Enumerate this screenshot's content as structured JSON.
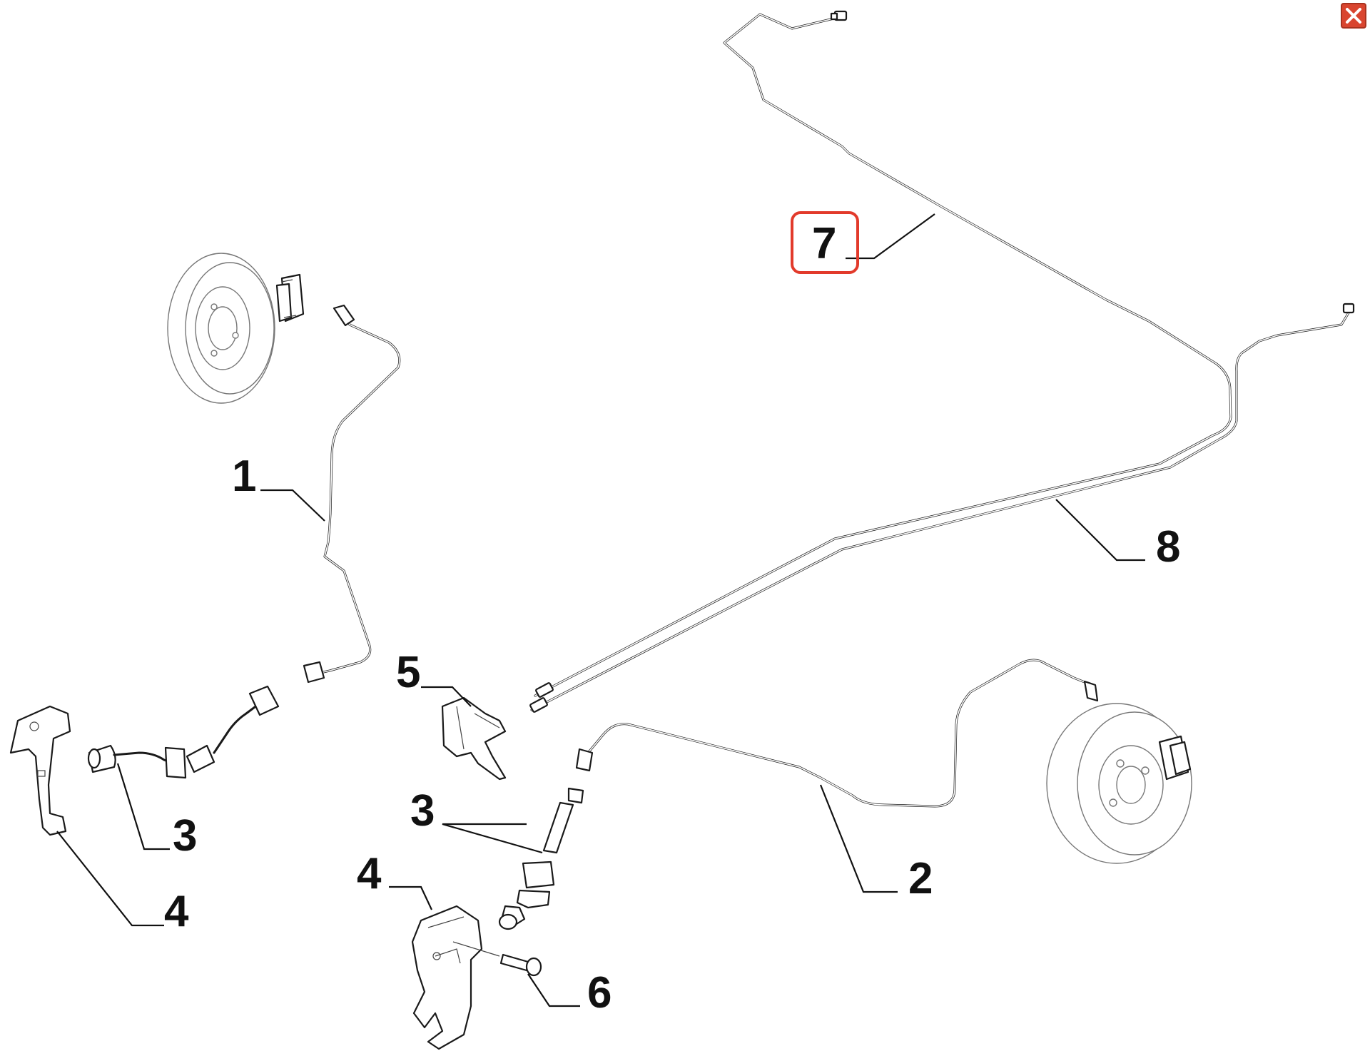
{
  "callouts": {
    "c1": "1",
    "c2": "2",
    "c3a": "3",
    "c3b": "3",
    "c4a": "4",
    "c4b": "4",
    "c5": "5",
    "c6": "6",
    "c7": "7",
    "c8": "8"
  },
  "highlighted_callout": "7",
  "colors": {
    "highlight": "#e23a2b",
    "close_button": "#d9452f",
    "line_art": "#1a1a1a"
  },
  "close_button": {
    "icon": "close-icon"
  }
}
